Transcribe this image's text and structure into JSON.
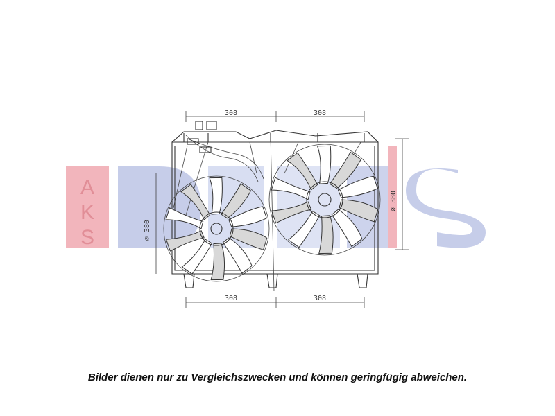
{
  "watermark": {
    "vertical_text": "AKS",
    "colors": {
      "pink": "#f0a8b0",
      "blue": "#b8c0e4",
      "lightblue": "#c8d0ec"
    }
  },
  "dimensions": {
    "top_left": "308",
    "top_right": "308",
    "bottom_left": "308",
    "bottom_right": "308",
    "left_fan_diameter": "∅ 380",
    "right_fan_diameter": "∅ 380"
  },
  "caption": "Bilder dienen nur zu Vergleichszwecken und können geringfügig abweichen."
}
